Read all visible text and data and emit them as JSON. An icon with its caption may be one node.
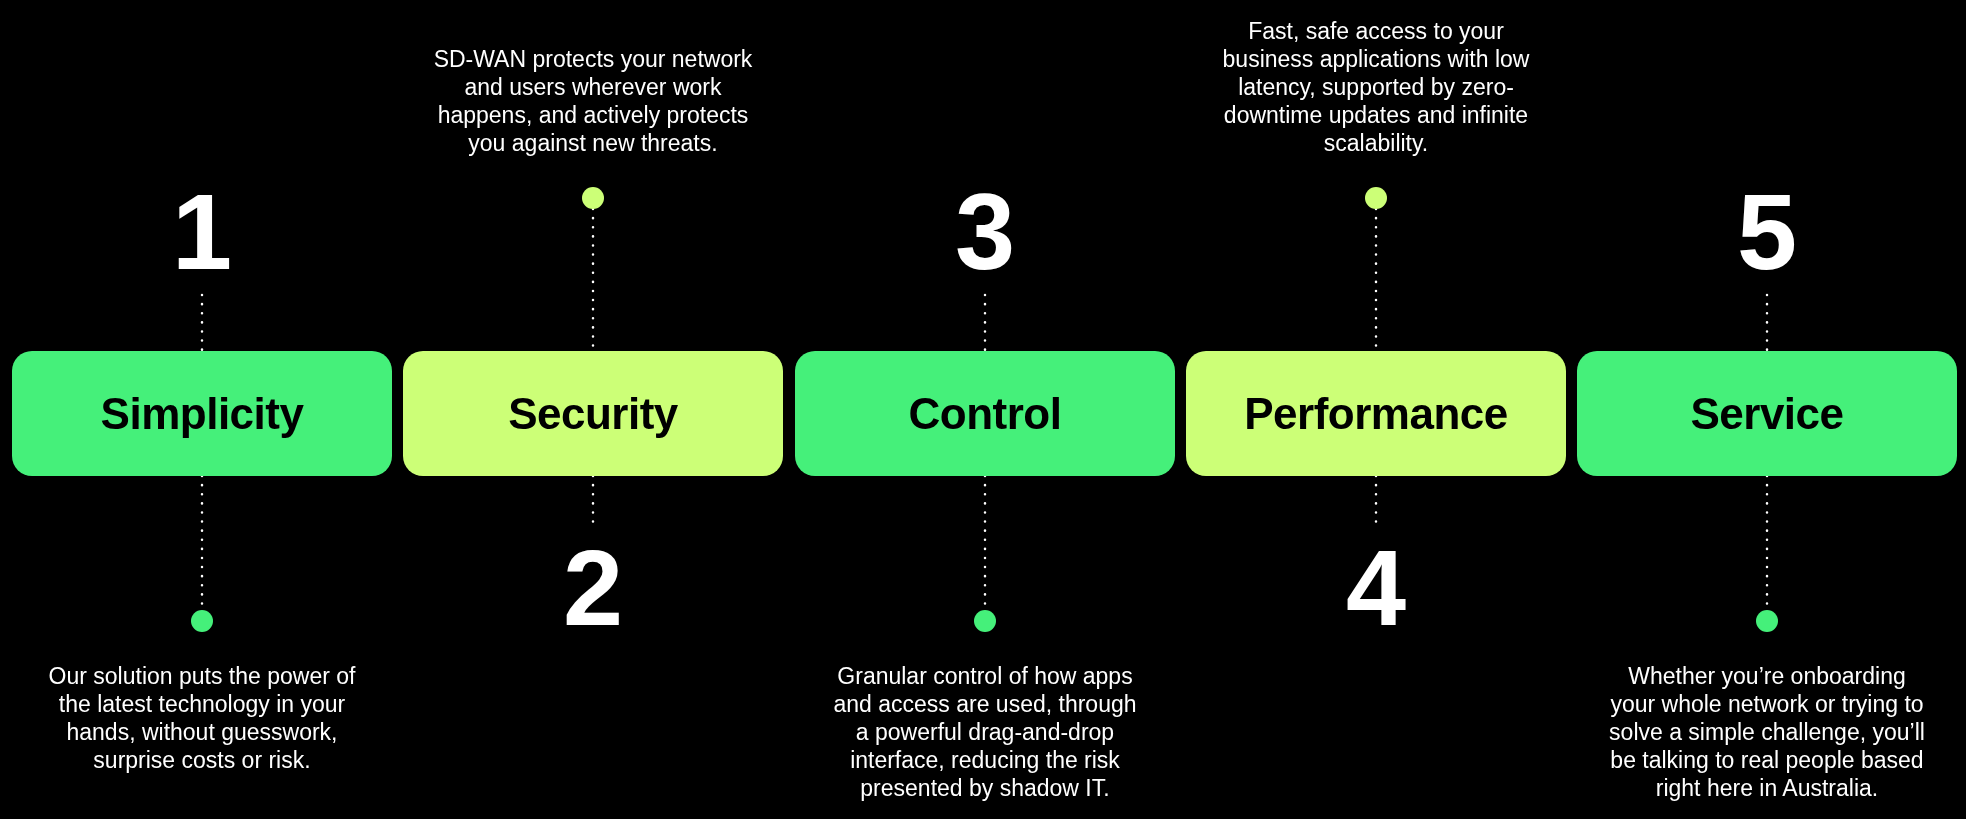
{
  "diagram": {
    "nodes": [
      {
        "text": [
          "1"
        ]
      },
      {
        "text": [
          "Simplicity"
        ]
      },
      {
        "text": [],
        "shape": "circle",
        "beside": [
          "Our solution puts the power of the latest technology in your hands, without guesswork, surprise costs or risk."
        ]
      },
      {
        "text": [],
        "shape": "circle",
        "beside": [
          "SD-WAN protects your network and users wherever work happens, and actively protects you against new threats."
        ]
      },
      {
        "text": [
          "Security"
        ]
      },
      {
        "text": [
          "2"
        ]
      },
      {
        "text": [
          "3"
        ]
      },
      {
        "text": [
          "Control"
        ]
      },
      {
        "text": [],
        "shape": "circle",
        "beside": [
          "Granular control of how apps and access are used, through a powerful drag-and-drop interface, reducing the risk presented by shadow IT."
        ]
      },
      {
        "text": [],
        "shape": "circle",
        "beside": [
          "Fast, safe access to your business applications with low latency, supported by zero-downtime updates and infinite scalability."
        ]
      },
      {
        "text": [
          "Performance"
        ]
      },
      {
        "text": [
          "4"
        ]
      },
      {
        "text": [
          "5"
        ]
      },
      {
        "text": [
          "Service"
        ]
      },
      {
        "text": [],
        "shape": "circle",
        "beside": [
          "Whether you’re onboarding your whole network or trying to solve a simple challenge, you’ll be talking to real people based right here in Australia."
        ]
      }
    ],
    "edges": [
      {
        "from": 0,
        "to": 1,
        "arrow": "none",
        "style": "dashed"
      },
      {
        "from": 1,
        "to": 2,
        "arrow": "none",
        "style": "dashed"
      },
      {
        "from": 3,
        "to": 4,
        "arrow": "none",
        "style": "dashed"
      },
      {
        "from": 4,
        "to": 5,
        "arrow": "none",
        "style": "dashed"
      },
      {
        "from": 6,
        "to": 7,
        "arrow": "none",
        "style": "dashed"
      },
      {
        "from": 7,
        "to": 8,
        "arrow": "none",
        "style": "dashed"
      },
      {
        "from": 9,
        "to": 10,
        "arrow": "none",
        "style": "dashed"
      },
      {
        "from": 10,
        "to": 11,
        "arrow": "none",
        "style": "dashed"
      },
      {
        "from": 12,
        "to": 13,
        "arrow": "none",
        "style": "dashed"
      },
      {
        "from": 13,
        "to": 14,
        "arrow": "none",
        "style": "dashed"
      }
    ]
  }
}
